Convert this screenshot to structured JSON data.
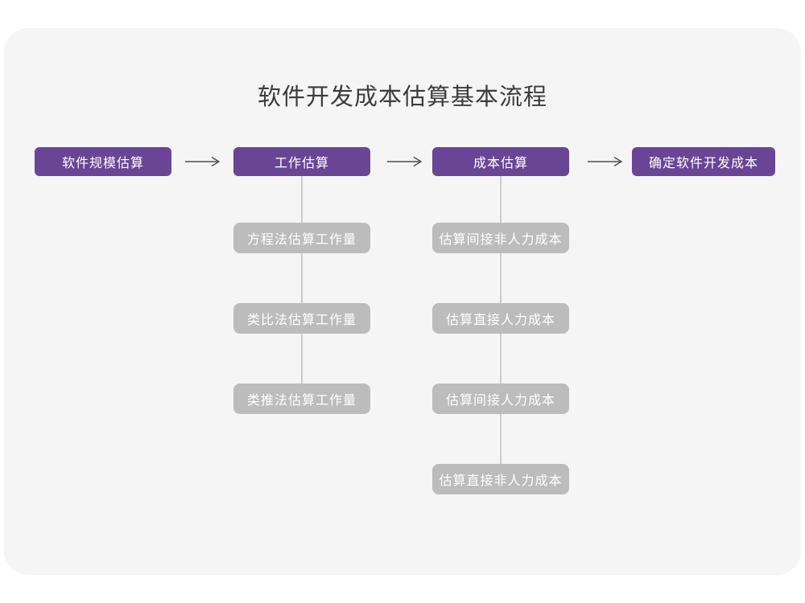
{
  "title": "软件开发成本估算基本流程",
  "colors": {
    "node_purple": "#6a4596",
    "node_gray": "#bcbcbc",
    "connector_line": "#cbcbcb",
    "arrow": "#4d4d4d",
    "card_background": "#f5f5f6",
    "title_text": "#3c3c3c",
    "node_text": "#ffffff"
  },
  "flow": {
    "steps": [
      {
        "label": "软件规模估算"
      },
      {
        "label": "工作估算"
      },
      {
        "label": "成本估算"
      },
      {
        "label": "确定软件开发成本"
      }
    ]
  },
  "effort_methods": {
    "parent_step": "工作估算",
    "items": [
      {
        "label": "方程法估算工作量"
      },
      {
        "label": "类比法估算工作量"
      },
      {
        "label": "类推法估算工作量"
      }
    ]
  },
  "cost_components": {
    "parent_step": "成本估算",
    "items": [
      {
        "label": "估算间接非人力成本"
      },
      {
        "label": "估算直接人力成本"
      },
      {
        "label": "估算间接人力成本"
      },
      {
        "label": "估算直接非人力成本"
      }
    ]
  }
}
